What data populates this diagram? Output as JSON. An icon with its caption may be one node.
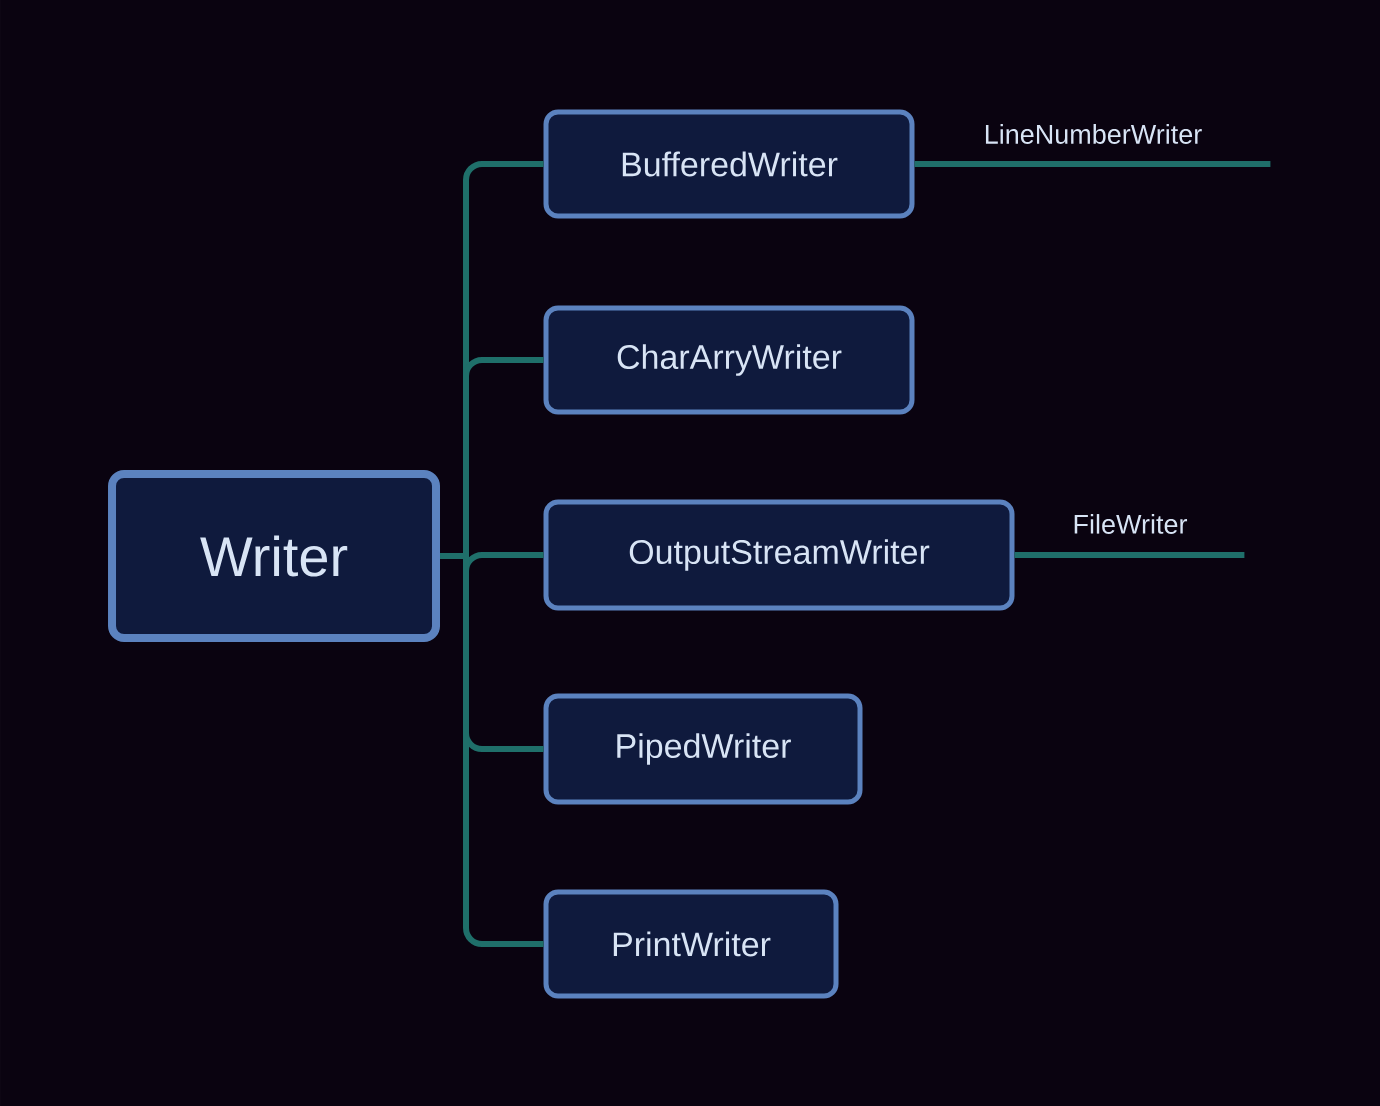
{
  "diagram": {
    "nodes": [
      {
        "text": [
          "Writer"
        ]
      },
      {
        "text": [
          "BufferedWriter"
        ]
      },
      {
        "text": [
          "CharArryWriter"
        ]
      },
      {
        "text": [
          "OutputStreamWriter"
        ]
      },
      {
        "text": [
          "PipedWriter"
        ]
      },
      {
        "text": [
          "PrintWriter"
        ]
      },
      {
        "text": [
          "LineNumberWriter"
        ]
      },
      {
        "text": [
          "FileWriter"
        ]
      }
    ],
    "edges": [
      {
        "from": 0,
        "to": 1,
        "arrow": "none"
      },
      {
        "from": 0,
        "to": 2,
        "arrow": "none"
      },
      {
        "from": 0,
        "to": 3,
        "arrow": "none"
      },
      {
        "from": 0,
        "to": 4,
        "arrow": "none"
      },
      {
        "from": 0,
        "to": 5,
        "arrow": "none"
      },
      {
        "from": 1,
        "to": 6,
        "arrow": "none"
      },
      {
        "from": 3,
        "to": 7,
        "arrow": "none"
      }
    ]
  }
}
